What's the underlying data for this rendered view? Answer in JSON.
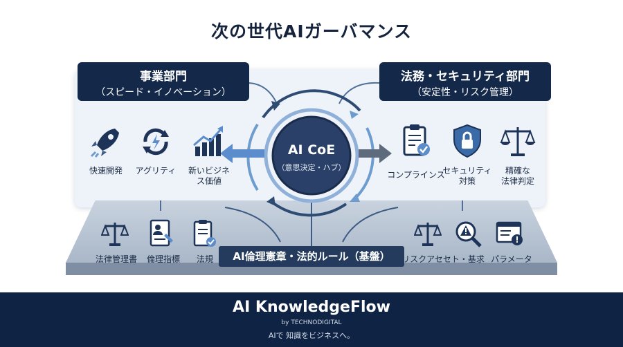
{
  "title": "次の世代AIガーバマンス",
  "left_box": {
    "line1": "事業部門",
    "line2": "（スピード・イノベーション）"
  },
  "right_box": {
    "line1": "法務・セキュリティ部門",
    "line2": "（安定性・リスク管理）"
  },
  "center": {
    "line1": "AI CoE",
    "line2": "（意思決定・ハブ）"
  },
  "left_items": [
    {
      "label": "快速開発",
      "icon": "rocket-icon"
    },
    {
      "label": "アグリティ",
      "icon": "agility-cycle-icon"
    },
    {
      "label": "新いビジネ\nス価値",
      "icon": "growth-chart-icon"
    }
  ],
  "right_items": [
    {
      "label": "コンプラインス",
      "icon": "clipboard-check-icon"
    },
    {
      "label": "セキュリティ\n対策",
      "icon": "shield-lock-icon"
    },
    {
      "label": "精確な\n法律判定",
      "icon": "scales-icon"
    }
  ],
  "base_left": [
    {
      "label": "法律管理書",
      "icon": "scales-icon"
    },
    {
      "label": "倫理指標",
      "icon": "document-person-icon"
    },
    {
      "label": "法規",
      "icon": "clipboard-check-icon"
    }
  ],
  "base_right": [
    {
      "label": "リスクアセセト・基求",
      "icon": "scales-icon"
    },
    {
      "label": "",
      "icon": "warning-magnifier-icon"
    },
    {
      "label": "パラメータ",
      "icon": "window-alert-icon"
    }
  ],
  "foundation": "AI倫理憲章・法的ルール（基盤）",
  "footer": {
    "brand": "AI KnowledgeFlow",
    "by": "by TECHNODIGITAL",
    "tagline": "AIで 知識をビジネスへ。"
  },
  "colors": {
    "navy": "#14284a",
    "accent": "#4f7fb8",
    "panel": "#eef3f9",
    "footer": "#0f2344"
  }
}
